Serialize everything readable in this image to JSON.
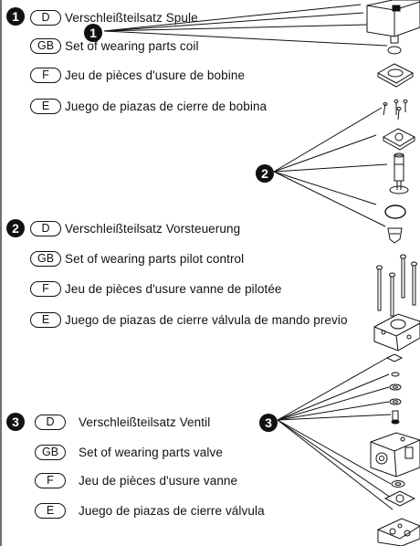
{
  "groups": [
    {
      "number": "1",
      "entries": [
        {
          "code": "D",
          "text": "Verschleißteilsatz Spule"
        },
        {
          "code": "GB",
          "text": "Set of wearing parts coil"
        },
        {
          "code": "F",
          "text": "Jeu de pièces d'usure de bobine"
        },
        {
          "code": "E",
          "text": "Juego de piazas de cierre de bobina"
        }
      ]
    },
    {
      "number": "2",
      "entries": [
        {
          "code": "D",
          "text": "Verschleißteilsatz Vorsteuerung"
        },
        {
          "code": "GB",
          "text": "Set of wearing parts pilot control"
        },
        {
          "code": "F",
          "text": "Jeu de pièces d'usure vanne de pilotée"
        },
        {
          "code": "E",
          "text": "Juego de piazas de cierre válvula de mando previo"
        }
      ]
    },
    {
      "number": "3",
      "entries": [
        {
          "code": "D",
          "text": "Verschleißteilsatz Ventil"
        },
        {
          "code": "GB",
          "text": "Set of wearing parts valve"
        },
        {
          "code": "F",
          "text": "Jeu de pièces d'usure vanne"
        },
        {
          "code": "E",
          "text": "Juego de piazas de cierre válvula"
        }
      ]
    }
  ],
  "callouts": [
    "1",
    "2",
    "3"
  ],
  "colors": {
    "ink": "#111111",
    "paper": "#ffffff",
    "shade": "#bdbdbd"
  }
}
